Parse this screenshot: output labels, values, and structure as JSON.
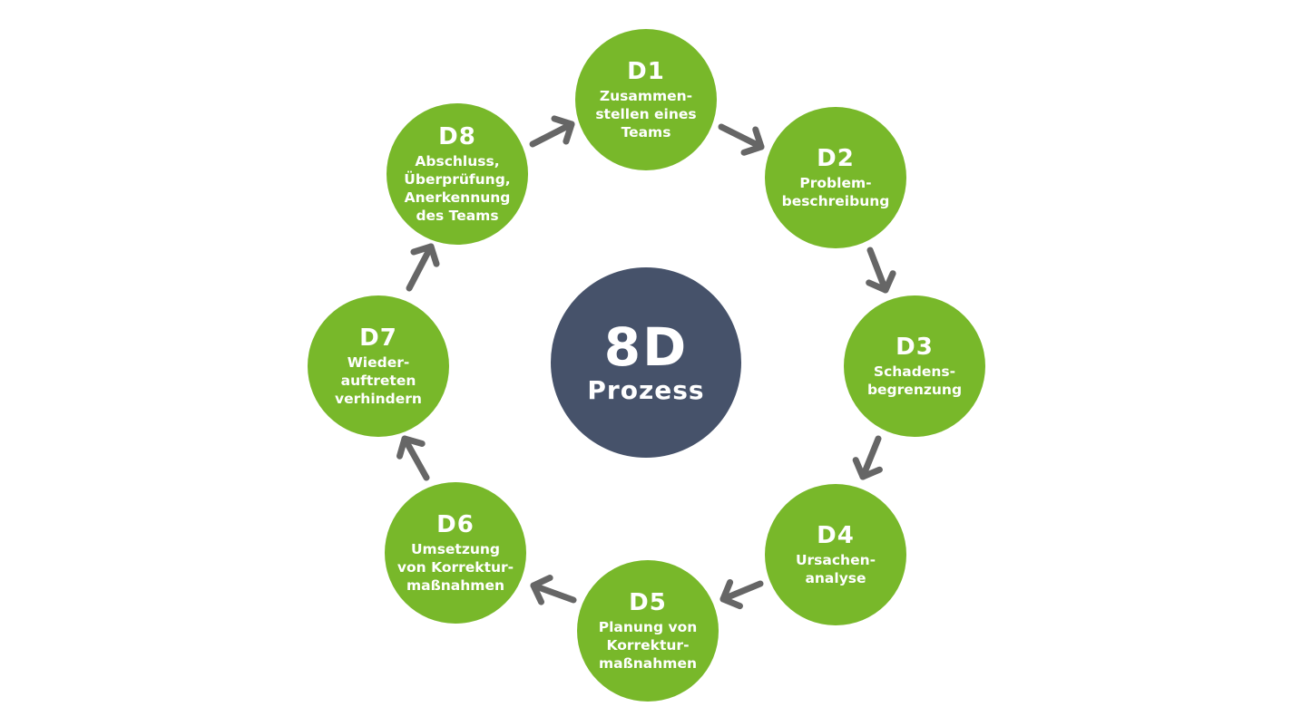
{
  "colors": {
    "step_fill": "#78b82a",
    "center_fill": "#46526a",
    "arrow": "#666666",
    "text": "#ffffff"
  },
  "center": {
    "title": "8D",
    "subtitle": "Prozess"
  },
  "steps": [
    {
      "code": "D1",
      "lines": [
        "Zusammen-",
        "stellen eines",
        "Teams"
      ]
    },
    {
      "code": "D2",
      "lines": [
        "Problem-",
        "beschreibung"
      ]
    },
    {
      "code": "D3",
      "lines": [
        "Schadens-",
        "begrenzung"
      ]
    },
    {
      "code": "D4",
      "lines": [
        "Ursachen-",
        "analyse"
      ]
    },
    {
      "code": "D5",
      "lines": [
        "Planung von",
        "Korrektur-",
        "maßnahmen"
      ]
    },
    {
      "code": "D6",
      "lines": [
        "Umsetzung",
        "von Korrektur-",
        "maßnahmen"
      ]
    },
    {
      "code": "D7",
      "lines": [
        "Wieder-",
        "auftreten",
        "verhindern"
      ]
    },
    {
      "code": "D8",
      "lines": [
        "Abschluss,",
        "Überprüfung,",
        "Anerkennung",
        "des Teams"
      ]
    }
  ],
  "flow": [
    {
      "from": "D1",
      "to": "D2",
      "icon": "arrow-right-icon"
    },
    {
      "from": "D2",
      "to": "D3",
      "icon": "arrow-right-icon"
    },
    {
      "from": "D3",
      "to": "D4",
      "icon": "arrow-right-icon"
    },
    {
      "from": "D4",
      "to": "D5",
      "icon": "arrow-right-icon"
    },
    {
      "from": "D5",
      "to": "D6",
      "icon": "arrow-right-icon"
    },
    {
      "from": "D6",
      "to": "D7",
      "icon": "arrow-right-icon"
    },
    {
      "from": "D7",
      "to": "D8",
      "icon": "arrow-right-icon"
    },
    {
      "from": "D8",
      "to": "D1",
      "icon": "arrow-right-icon"
    }
  ]
}
